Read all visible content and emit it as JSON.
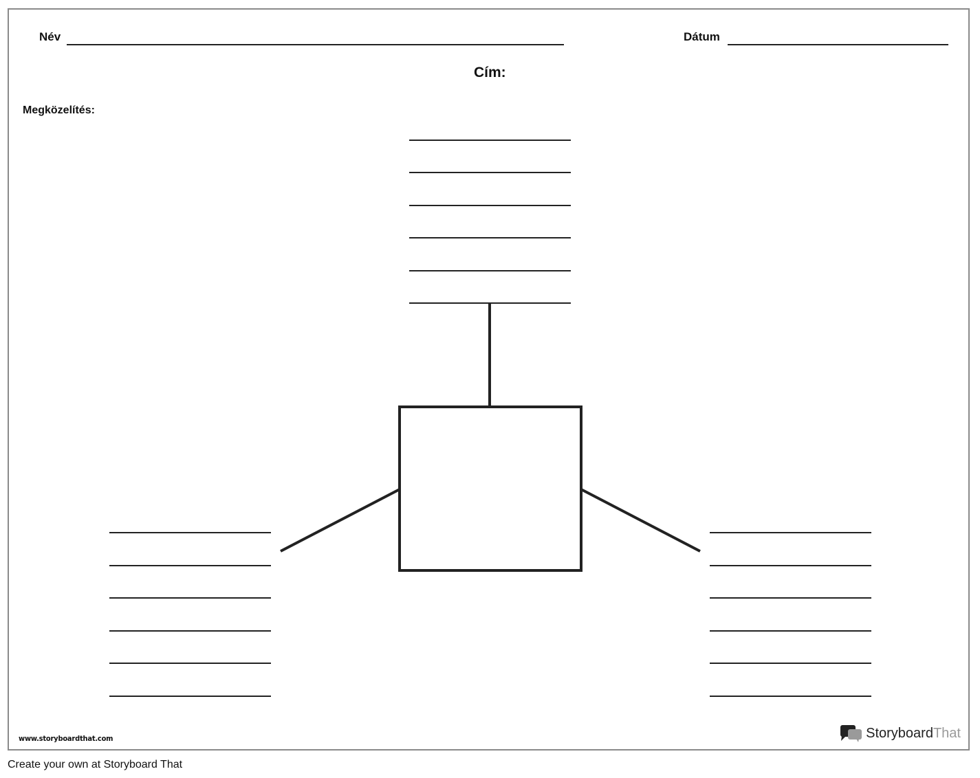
{
  "worksheet": {
    "name_label": "Név",
    "date_label": "Dátum",
    "title_label": "Cím:",
    "approach_label": "Megközelítés:",
    "site_url": "www.storyboardthat.com",
    "brand": {
      "main": "Storyboard",
      "accent": "That"
    }
  },
  "footer": {
    "text": "Create your own at Storyboard That"
  },
  "colors": {
    "ink": "#222222",
    "border": "#8a8a8a",
    "brand_gray": "#9a9a9a"
  },
  "icons": {
    "logo": "speech-bubbles-icon"
  }
}
